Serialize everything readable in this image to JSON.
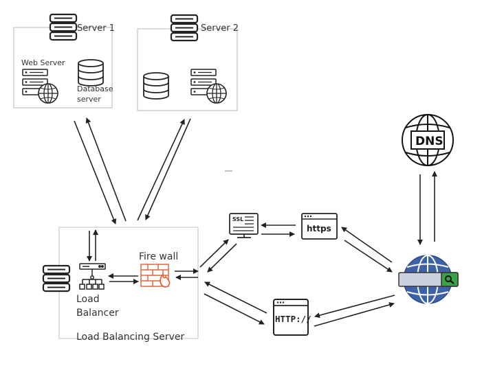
{
  "servers": {
    "server1": {
      "label": "Server 1",
      "web_server_label": "Web Server",
      "database_label_line1": "Database",
      "database_label_line2": "server"
    },
    "server2": {
      "label": "Server 2"
    }
  },
  "load_balancing": {
    "fire_wall_label": "Fire wall",
    "load_balancer_line1": "Load",
    "load_balancer_line2": "Balancer",
    "server_label": "Load Balancing Server"
  },
  "protocols": {
    "ssl_text": "SSL",
    "https_text": "https",
    "http_text": "HTTP://"
  },
  "dns": {
    "text": "DNS"
  },
  "colors": {
    "stroke": "#222222",
    "firewall": "#e0663a",
    "globe": "#3d62a8",
    "search_accent": "#3aa14a",
    "box_border": "#b5b5b5"
  },
  "icons": [
    "server-icon",
    "database-icon",
    "globe-icon",
    "firewall-icon",
    "load-balancer-icon",
    "ssl-monitor-icon",
    "browser-window-icon",
    "dns-globe-icon",
    "search-globe-icon"
  ]
}
